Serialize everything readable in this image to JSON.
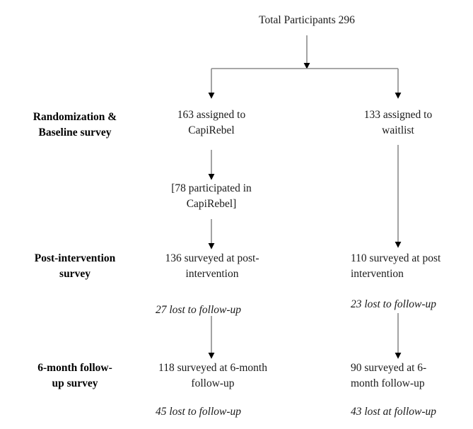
{
  "diagram": {
    "title_node": {
      "text": "Total Participants 296"
    },
    "stage_labels": [
      {
        "id": "randomization",
        "text": "Randomization &\nBaseline survey"
      },
      {
        "id": "post-intervention",
        "text": "Post-intervention\nsurvey"
      },
      {
        "id": "six-month",
        "text": "6-month follow-\nup survey"
      }
    ],
    "intervention_arm": {
      "assigned": "163 assigned to\nCapiRebel",
      "participated": "[78 participated in\nCapiRebel]",
      "post_survey": "136 surveyed at post-\nintervention",
      "post_loss": "27 lost to follow-up",
      "followup_survey": "118 surveyed at 6-month\nfollow-up",
      "followup_loss": "45 lost to follow-up"
    },
    "waitlist_arm": {
      "assigned": "133 assigned to\nwaitlist",
      "post_survey": "110 surveyed at post\nintervention",
      "post_loss": "23 lost to follow-up",
      "followup_survey": "90 surveyed at 6-\nmonth follow-up",
      "followup_loss": "43 lost at follow-up"
    },
    "colors": {
      "line": "#8c8c8c",
      "arrowhead": "#000000",
      "text": "#1a1a1a"
    }
  }
}
